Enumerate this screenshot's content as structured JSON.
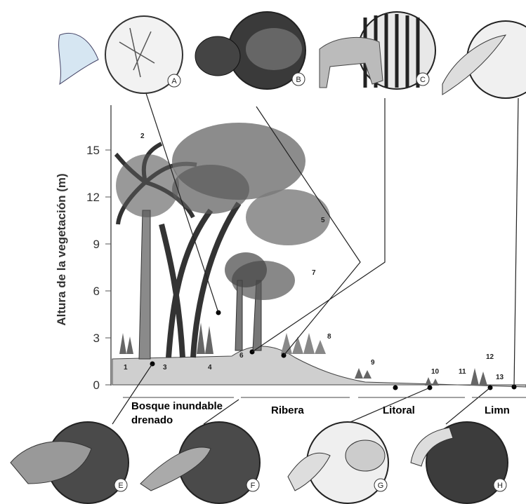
{
  "y_axis": {
    "label": "Altura de la vegetación (m)",
    "ticks": [
      "0",
      "3",
      "6",
      "9",
      "12",
      "15"
    ]
  },
  "zones": [
    "Bosque inundable",
    "drenado",
    "Ribera",
    "Litoral",
    "Limn"
  ],
  "vegetation_numbers": [
    "1",
    "2",
    "3",
    "4",
    "5",
    "6",
    "7",
    "8",
    "9",
    "10",
    "11",
    "12",
    "13"
  ],
  "organism_labels": [
    "A",
    "B",
    "C",
    "E",
    "F",
    "G",
    "H"
  ],
  "icons": {
    "A": "butterfly-icon",
    "B": "beetle-icon",
    "C": "fox-icon",
    "D": "fish-icon",
    "E": "frog-icon",
    "F": "lizard-icon",
    "G": "insect-larva-icon",
    "H": "caterpillar-icon"
  },
  "colors": {
    "ink": "#222222",
    "axis": "#333333",
    "background": "#ffffff"
  }
}
